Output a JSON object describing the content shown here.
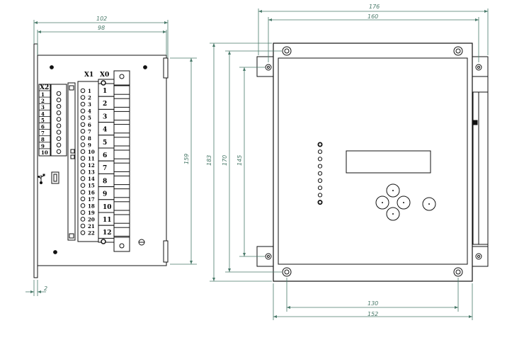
{
  "dimensions": {
    "side_width_outer": "102",
    "side_width_inner": "98",
    "side_height": "159",
    "side_flange": "2",
    "front_width_outer": "176",
    "front_width_inner": "160",
    "front_height_outer": "183",
    "front_height_mid": "170",
    "front_height_inner": "145",
    "front_bottom_inner": "130",
    "front_bottom_outer": "152"
  },
  "connectors": {
    "x0_label": "X0",
    "x1_label": "X1",
    "x2_label": "X2",
    "x0_terminals": [
      "1",
      "2",
      "3",
      "4",
      "5",
      "6",
      "7",
      "8",
      "9",
      "10",
      "11",
      "12"
    ],
    "x1_pins": [
      "1",
      "2",
      "3",
      "4",
      "5",
      "6",
      "7",
      "8",
      "9",
      "10",
      "11",
      "12",
      "13",
      "14",
      "15",
      "16",
      "17",
      "18",
      "19",
      "20",
      "21",
      "22"
    ],
    "x2_terminals": [
      "1",
      "2",
      "3",
      "4",
      "5",
      "6",
      "7",
      "8",
      "9",
      "10"
    ]
  },
  "colors": {
    "line": "#111111",
    "dimension": "#4a7a6a"
  },
  "icons": {
    "usb_symbol": "usb-icon"
  }
}
